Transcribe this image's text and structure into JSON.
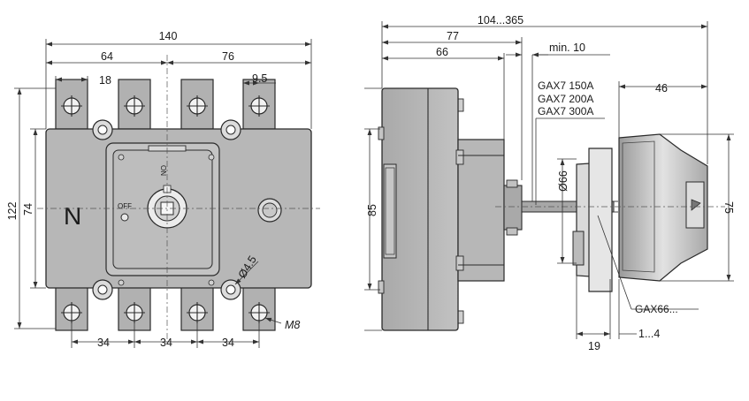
{
  "front_view": {
    "overall_width": "140",
    "left_half": "64",
    "right_half": "76",
    "terminal_width": "18",
    "terminal_offset": "9.5",
    "outer_height": "122",
    "inner_height": "74",
    "pitch": "34",
    "hole": "Ø4.5",
    "screw": "M8",
    "neutral_mark": "N",
    "on_mark": "ON",
    "off_mark": "OFF"
  },
  "side_view": {
    "total_length": "104...365",
    "to_shaft": "77",
    "body_depth": "66",
    "min_clearance": "min. 10",
    "shafts": [
      "GAX7 150A",
      "GAX7 200A",
      "GAX7 300A"
    ],
    "handle_depth": "46",
    "body_height": "85",
    "handle_height": "75",
    "shaft_dia": "Ø66",
    "handle_ref": "GAX66...",
    "flange_depth": "19",
    "door_thickness": "1...4"
  }
}
